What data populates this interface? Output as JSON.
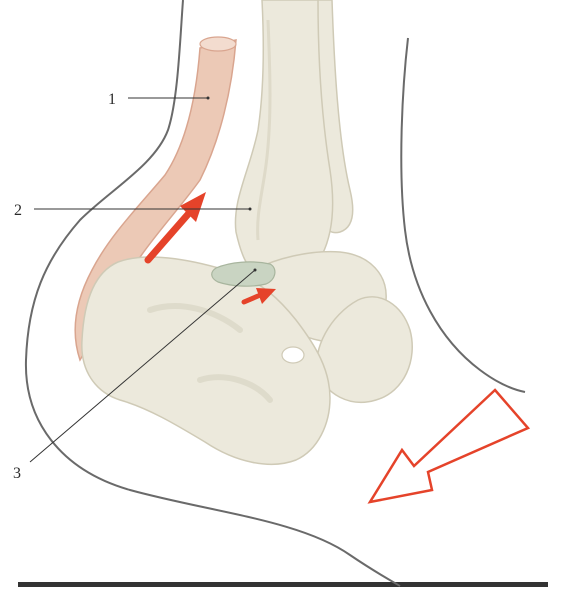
{
  "labels": [
    {
      "id": "1",
      "text": "1",
      "points_to": "achilles-tendon"
    },
    {
      "id": "2",
      "text": "2",
      "points_to": "tibia"
    },
    {
      "id": "3",
      "text": "3",
      "points_to": "posterior-talus-process"
    }
  ],
  "colors": {
    "bone_fill": "#ece9dc",
    "bone_shadow": "#d6d2c0",
    "tendon_fill": "#ecc9b6",
    "tendon_shadow": "#d9a58f",
    "cartilage": "#c9d4c2",
    "arrow_red": "#e5432a",
    "outline": "#5a5a5a",
    "ground": "#333333"
  }
}
